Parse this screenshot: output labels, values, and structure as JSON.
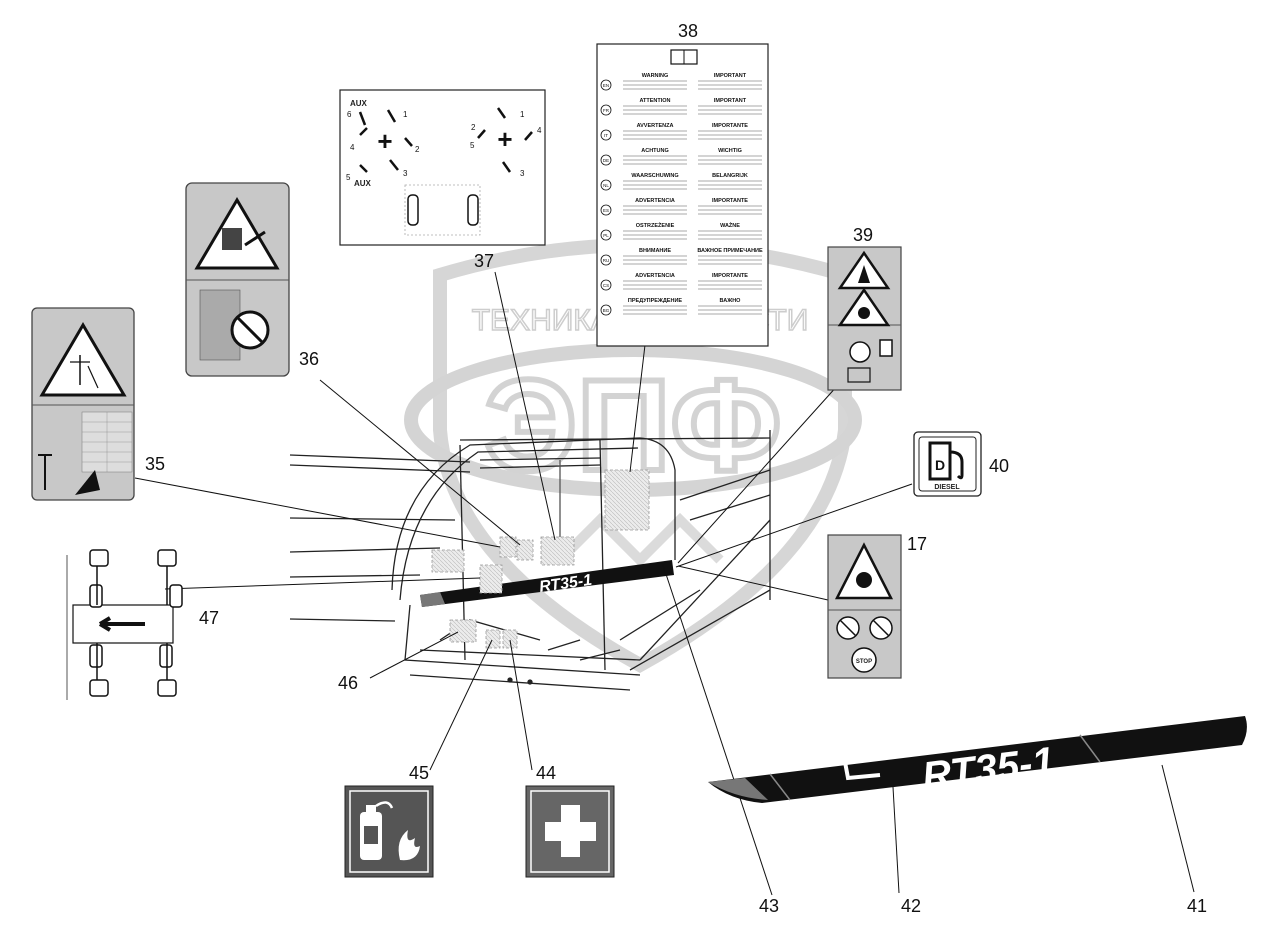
{
  "callouts": {
    "c17": "17",
    "c35": "35",
    "c36": "36",
    "c37": "37",
    "c38": "38",
    "c39": "39",
    "c40": "40",
    "c41": "41",
    "c42": "42",
    "c43": "43",
    "c44": "44",
    "c45": "45",
    "c46": "46",
    "c47": "47"
  },
  "watermark": {
    "text": "ТЕХНИКА И ЗАПЧАСТИ",
    "logo": "ЭПФ"
  },
  "decal_text": {
    "rt": "RT35-1",
    "aux": "AUX",
    "diesel": "DIESEL",
    "stop": "STOP"
  },
  "joystick_numbers": [
    "1",
    "2",
    "3",
    "4",
    "5",
    "6"
  ],
  "manual_langs": [
    "EN",
    "FR",
    "IT",
    "DE",
    "NL",
    "ES",
    "PL",
    "RU",
    "CS",
    "BG"
  ],
  "manual_headers": [
    [
      "WARNING",
      "IMPORTANT"
    ],
    [
      "ATTENTION",
      "IMPORTANT"
    ],
    [
      "AVVERTENZA",
      "IMPORTANTE"
    ],
    [
      "ACHTUNG",
      "WICHTIG"
    ],
    [
      "WAARSCHUWING",
      "BELANGRIJK"
    ],
    [
      "ADVERTENCIA",
      "IMPORTANTE"
    ],
    [
      "OSTRZEŻENIE",
      "WAŻNE"
    ],
    [
      "ВНИМАНИЕ",
      "ВАЖНОЕ ПРИМЕЧАНИЕ"
    ],
    [
      "ADVERTENCIA",
      "IMPORTANTE"
    ],
    [
      "ПРЕДУПРЕЖДЕНИЕ",
      "ВАЖНО"
    ]
  ],
  "colors": {
    "line": "#111111",
    "decal_grey": "#c8c8c8",
    "watermark": "#cfcfcf",
    "sign_bg": "#555555"
  }
}
